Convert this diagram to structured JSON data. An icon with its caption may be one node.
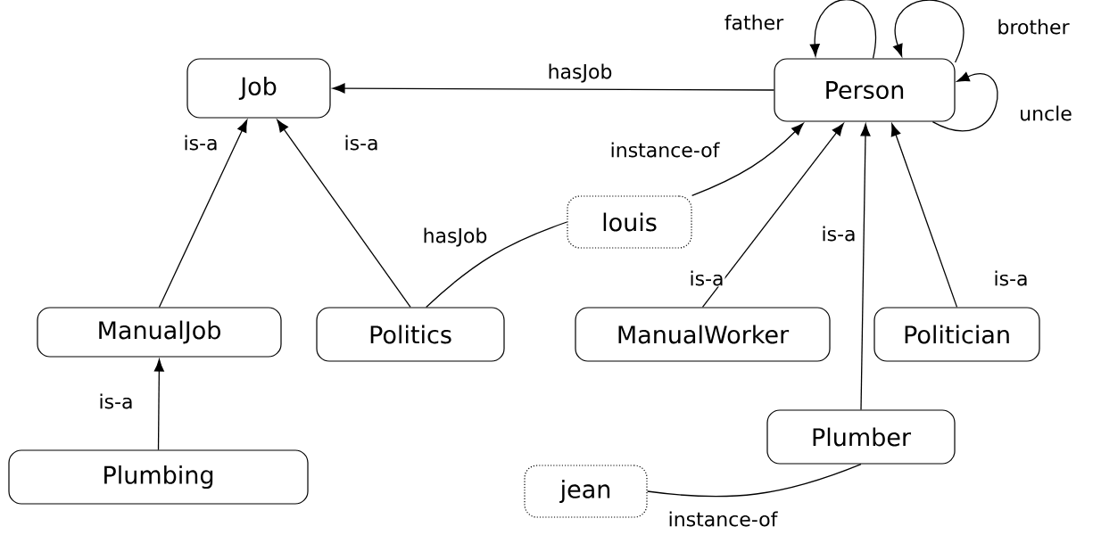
{
  "diagram": {
    "nodes": [
      {
        "text": [
          "Job"
        ]
      },
      {
        "text": [
          "Person"
        ]
      },
      {
        "text": [
          "louis"
        ]
      },
      {
        "text": [
          "ManualJob"
        ]
      },
      {
        "text": [
          "Politics"
        ]
      },
      {
        "text": [
          "ManualWorker"
        ]
      },
      {
        "text": [
          "Politician"
        ]
      },
      {
        "text": [
          "Plumbing"
        ]
      },
      {
        "text": [
          "Plumber"
        ]
      },
      {
        "text": [
          "jean"
        ]
      }
    ],
    "edges": [
      {
        "from": 1,
        "to": 0,
        "arrow": "to",
        "label": "hasJob"
      },
      {
        "from": 1,
        "to": 1,
        "arrow": "to",
        "label": "father"
      },
      {
        "from": 1,
        "to": 1,
        "arrow": "to",
        "label": "brother"
      },
      {
        "from": 1,
        "to": 1,
        "arrow": "to",
        "label": "uncle"
      },
      {
        "from": 2,
        "to": 1,
        "arrow": "to",
        "label": "instance-of"
      },
      {
        "from": 3,
        "to": 0,
        "arrow": "to",
        "label": "is-a"
      },
      {
        "from": 4,
        "to": 0,
        "arrow": "to",
        "label": "is-a"
      },
      {
        "from": 2,
        "to": 4,
        "arrow": "none",
        "label": "hasJob"
      },
      {
        "from": 5,
        "to": 1,
        "arrow": "to",
        "label": "is-a"
      },
      {
        "from": 6,
        "to": 1,
        "arrow": "to",
        "label": "is-a"
      },
      {
        "from": 8,
        "to": 1,
        "arrow": "to",
        "label": "is-a"
      },
      {
        "from": 7,
        "to": 3,
        "arrow": "to",
        "label": "is-a"
      },
      {
        "from": 9,
        "to": 8,
        "arrow": "none",
        "label": "instance-of"
      }
    ]
  }
}
